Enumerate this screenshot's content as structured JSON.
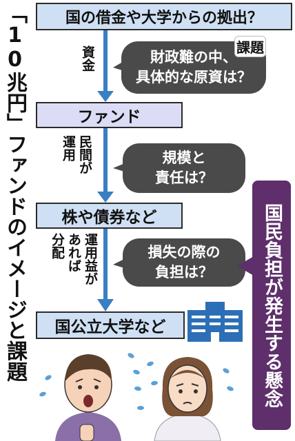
{
  "title": "「10兆円」ファンドのイメージと課題",
  "flow": {
    "step1": "国の借金や大学からの拠出？",
    "step2": "ファンド",
    "step3": "株や債券など",
    "step4": "国公立大学など"
  },
  "edges": {
    "e1": "資金",
    "e2": [
      "民間が",
      "運用"
    ],
    "e3": [
      "運用益が",
      "あれば",
      "分配"
    ]
  },
  "bubbles": {
    "b1": [
      "財政難の中、",
      "具体的な原資は？"
    ],
    "b1_tag": "課題",
    "b2": [
      "規模と",
      "責任は？"
    ],
    "b3": [
      "損失の際の",
      "負担は？"
    ]
  },
  "concern": "国民負担が発生する懸念",
  "colors": {
    "box_blue": "#cfe0f4",
    "box_purple": "#dcdcf6",
    "arrow": "#3a7fc4",
    "bubble": "#4a4a4a",
    "concern_bar": "#5e2f6b",
    "building": "#2d6fb6"
  }
}
